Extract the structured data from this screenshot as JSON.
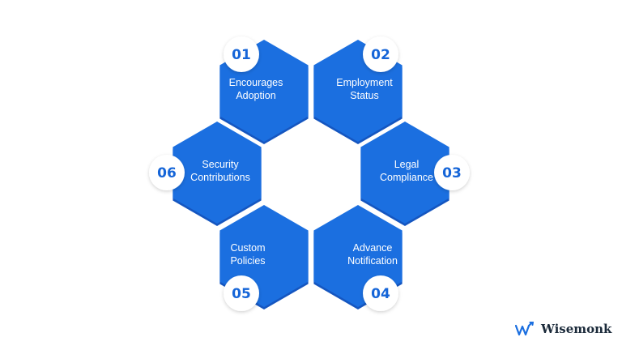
{
  "diagram": {
    "hex_color": "#1b6fe0",
    "hex_edge_color": "#1556c0",
    "badge_text_color": "#1565d8",
    "items": [
      {
        "number": "01",
        "lines": [
          "Encourages",
          "Adoption"
        ]
      },
      {
        "number": "02",
        "lines": [
          "Employment",
          "Status"
        ]
      },
      {
        "number": "03",
        "lines": [
          "Legal",
          "Compliance"
        ]
      },
      {
        "number": "04",
        "lines": [
          "Advance",
          "Notification"
        ]
      },
      {
        "number": "05",
        "lines": [
          "Custom",
          "Policies"
        ]
      },
      {
        "number": "06",
        "lines": [
          "Security",
          "Contributions"
        ]
      }
    ]
  },
  "brand": {
    "name": "Wisemonk",
    "logo_icon": "wave-arrow-logo-icon"
  }
}
